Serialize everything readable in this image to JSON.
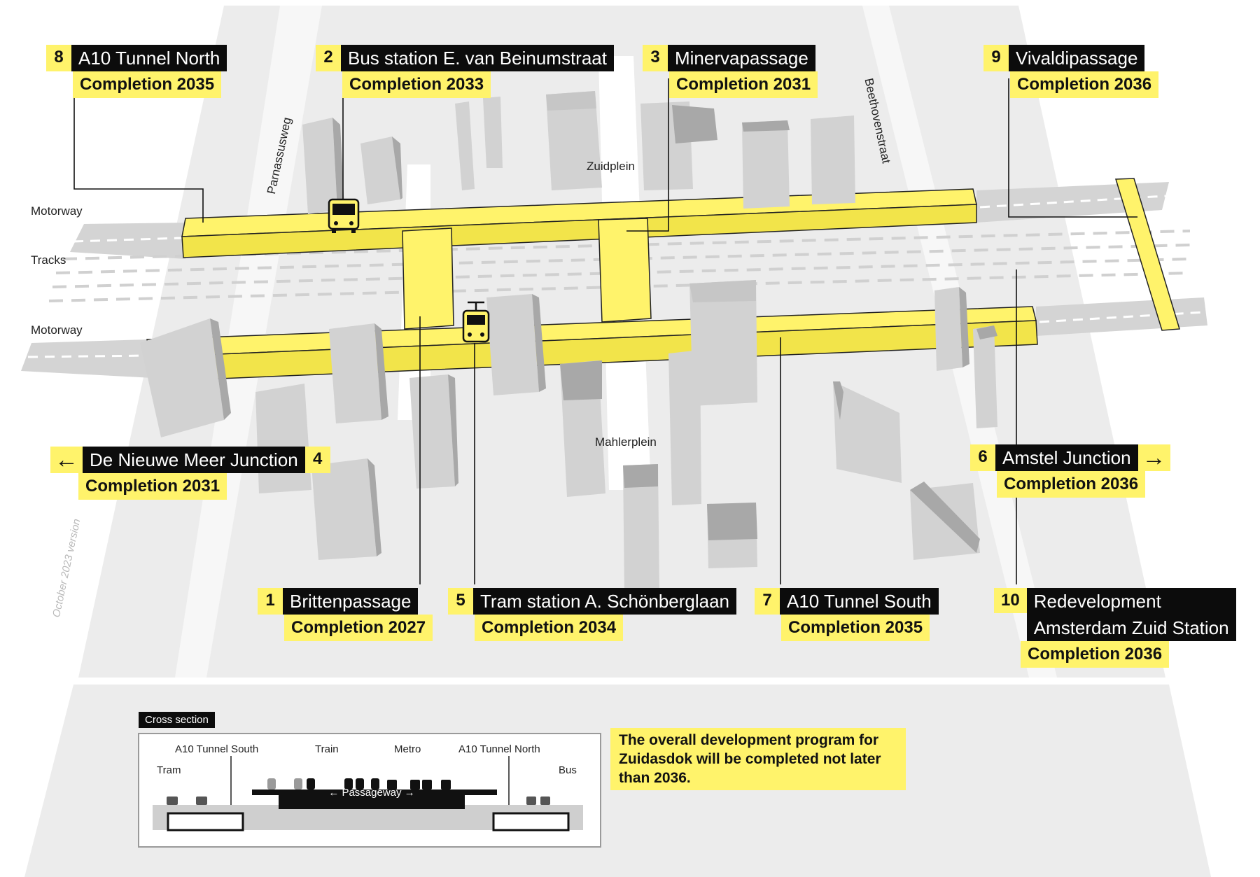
{
  "labels": {
    "l8": {
      "num": "8",
      "title": "A10 Tunnel North",
      "completion": "Completion 2035"
    },
    "l2": {
      "num": "2",
      "title": "Bus station E. van Beinumstraat",
      "completion": "Completion 2033"
    },
    "l3": {
      "num": "3",
      "title": "Minervapassage",
      "completion": "Completion 2031"
    },
    "l9": {
      "num": "9",
      "title": "Vivaldipassage",
      "completion": "Completion 2036"
    },
    "l4": {
      "num": "4",
      "title": "De Nieuwe Meer Junction",
      "completion": "Completion 2031"
    },
    "l6": {
      "num": "6",
      "title": "Amstel Junction",
      "completion": "Completion 2036"
    },
    "l1": {
      "num": "1",
      "title": "Brittenpassage",
      "completion": "Completion 2027"
    },
    "l5": {
      "num": "5",
      "title": "Tram station A. Schönberglaan",
      "completion": "Completion 2034"
    },
    "l7": {
      "num": "7",
      "title": "A10 Tunnel South",
      "completion": "Completion 2035"
    },
    "l10": {
      "num": "10",
      "title_line1": "Redevelopment",
      "title_line2": "Amsterdam Zuid Station",
      "completion": "Completion 2036"
    }
  },
  "streets": {
    "parnassusweg": "Parnassusweg",
    "beethovenstraat": "Beethovenstraat",
    "zuidplein": "Zuidplein",
    "mahlerplein": "Mahlerplein"
  },
  "side_labels": {
    "motorway_top": "Motorway",
    "tracks": "Tracks",
    "motorway_bottom": "Motorway"
  },
  "version": "October 2023 version",
  "cross_section": {
    "title": "Cross section",
    "a10_south": "A10 Tunnel South",
    "train": "Train",
    "metro": "Metro",
    "a10_north": "A10 Tunnel North",
    "tram": "Tram",
    "bus": "Bus",
    "passageway": "← Passageway →"
  },
  "note": "The overall development program for Zuidasdok will be completed not later than 2036.",
  "colors": {
    "accent_yellow": "#fff36b",
    "label_black": "#0c0c0c",
    "ground": "#ececec",
    "building": "#d2d2d2",
    "building_side": "#a8a8a8"
  },
  "icons": {
    "bus": "bus-icon",
    "tram": "tram-icon",
    "arrow_left": "arrow-left-icon",
    "arrow_right": "arrow-right-icon"
  }
}
